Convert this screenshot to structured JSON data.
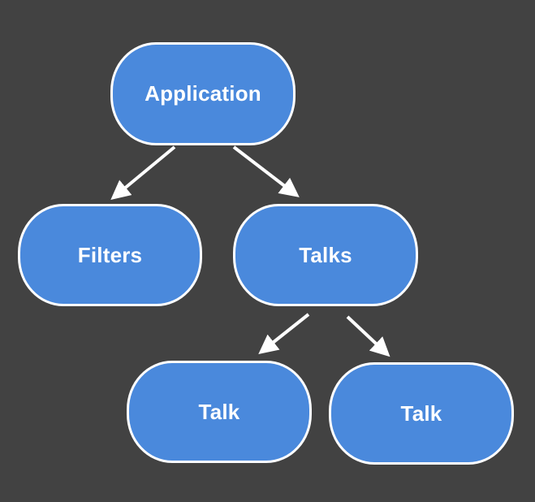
{
  "diagram": {
    "nodes": [
      {
        "id": "application",
        "label": "Application"
      },
      {
        "id": "filters",
        "label": "Filters"
      },
      {
        "id": "talks",
        "label": "Talks"
      },
      {
        "id": "talk_1",
        "label": "Talk"
      },
      {
        "id": "talk_2",
        "label": "Talk"
      }
    ],
    "edges": [
      {
        "from": "application",
        "to": "filters"
      },
      {
        "from": "application",
        "to": "talks"
      },
      {
        "from": "talks",
        "to": "talk_1"
      },
      {
        "from": "talks",
        "to": "talk_2"
      }
    ],
    "colors": {
      "background": "#424242",
      "node_fill": "#4a89dc",
      "node_border": "#ffffff",
      "text": "#ffffff",
      "arrow": "#ffffff"
    }
  }
}
